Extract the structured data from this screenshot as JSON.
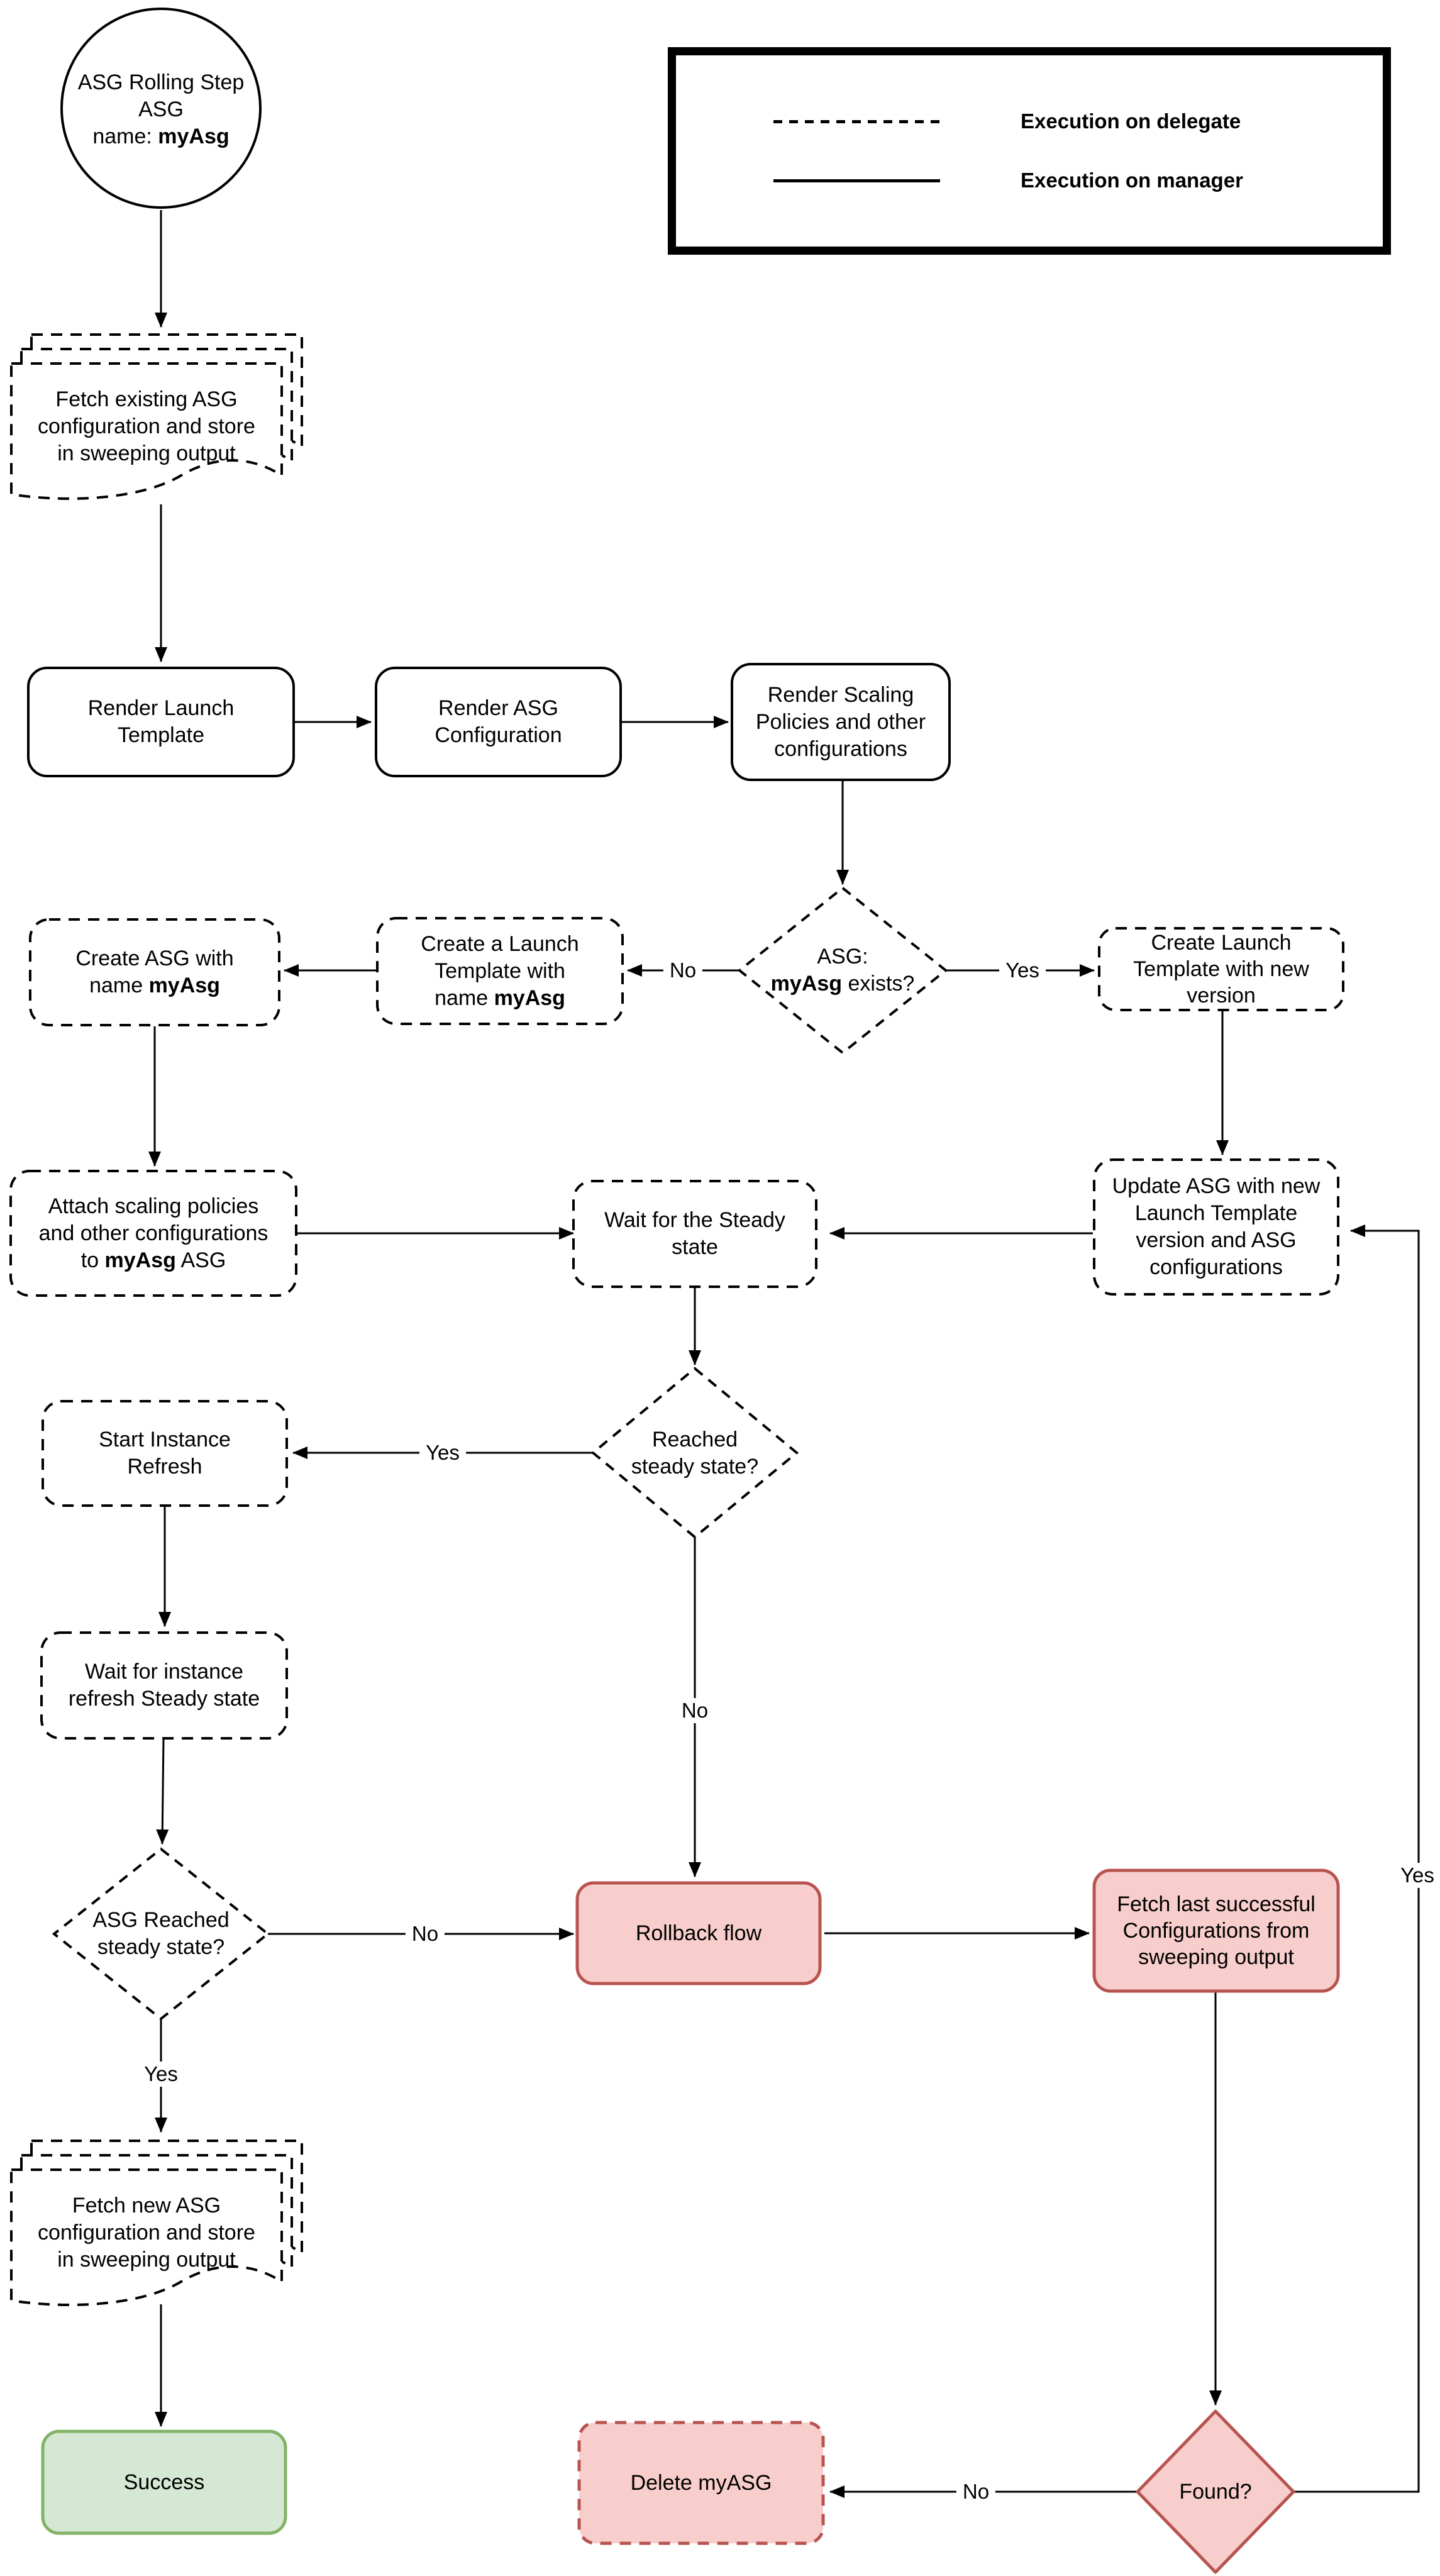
{
  "legend": {
    "delegate": "Execution on delegate",
    "manager": "Execution on manager"
  },
  "colors": {
    "line": "#000000",
    "pink_fill": "#f8cecc",
    "pink_border": "#b85450",
    "green_fill": "#d5e8d4",
    "green_border": "#82b366"
  },
  "edge_labels": {
    "exists_no": "No",
    "exists_yes": "Yes",
    "reached_yes": "Yes",
    "reached_no": "No",
    "asg_reached_no": "No",
    "asg_reached_yes": "Yes",
    "found_no": "No",
    "found_yes": "Yes"
  },
  "nodes": {
    "start": {
      "lines": [
        {
          "pre": "ASG Rolling Step"
        },
        {
          "pre": "ASG"
        },
        {
          "pre": "name: ",
          "bold": "myAsg"
        }
      ]
    },
    "fetch_existing": {
      "lines": [
        {
          "pre": "Fetch existing ASG"
        },
        {
          "pre": "configuration and store"
        },
        {
          "pre": "in sweeping output"
        }
      ]
    },
    "render_launch": {
      "lines": [
        {
          "pre": "Render Launch"
        },
        {
          "pre": "Template"
        }
      ]
    },
    "render_asg": {
      "lines": [
        {
          "pre": "Render ASG"
        },
        {
          "pre": "Configuration"
        }
      ]
    },
    "render_scaling": {
      "lines": [
        {
          "pre": "Render Scaling"
        },
        {
          "pre": "Policies and other"
        },
        {
          "pre": "configurations"
        }
      ]
    },
    "asg_exists": {
      "lines": [
        {
          "pre": "ASG:"
        },
        {
          "pre": "",
          "bold": "myAsg",
          "post": " exists?"
        }
      ]
    },
    "create_launch_myasg": {
      "lines": [
        {
          "pre": "Create a Launch"
        },
        {
          "pre": "Template with"
        },
        {
          "pre": "name ",
          "bold": "myAsg"
        }
      ]
    },
    "create_asg": {
      "lines": [
        {
          "pre": "Create ASG with"
        },
        {
          "pre": "name ",
          "bold": "myAsg"
        }
      ]
    },
    "create_launch_new": {
      "lines": [
        {
          "pre": "Create Launch"
        },
        {
          "pre": "Template with new"
        },
        {
          "pre": "version"
        }
      ]
    },
    "update_asg": {
      "lines": [
        {
          "pre": "Update ASG with new"
        },
        {
          "pre": "Launch Template"
        },
        {
          "pre": "version and ASG"
        },
        {
          "pre": "configurations"
        }
      ]
    },
    "attach_scaling": {
      "lines": [
        {
          "pre": "Attach scaling policies"
        },
        {
          "pre": "and other configurations"
        },
        {
          "pre": "to ",
          "bold": "myAsg",
          "post": " ASG"
        }
      ]
    },
    "wait_steady": {
      "lines": [
        {
          "pre": "Wait for the Steady"
        },
        {
          "pre": "state"
        }
      ]
    },
    "reached_steady": {
      "lines": [
        {
          "pre": "Reached"
        },
        {
          "pre": "steady state?"
        }
      ]
    },
    "start_refresh": {
      "lines": [
        {
          "pre": "Start Instance"
        },
        {
          "pre": "Refresh"
        }
      ]
    },
    "wait_refresh": {
      "lines": [
        {
          "pre": "Wait for instance"
        },
        {
          "pre": "refresh Steady state"
        }
      ]
    },
    "asg_reached": {
      "lines": [
        {
          "pre": "ASG Reached"
        },
        {
          "pre": "steady state?"
        }
      ]
    },
    "rollback": {
      "lines": [
        {
          "pre": "Rollback flow"
        }
      ]
    },
    "fetch_last": {
      "lines": [
        {
          "pre": "Fetch last successful"
        },
        {
          "pre": "Configurations from"
        },
        {
          "pre": "sweeping output"
        }
      ]
    },
    "fetch_new": {
      "lines": [
        {
          "pre": "Fetch new ASG"
        },
        {
          "pre": "configuration and store"
        },
        {
          "pre": "in sweeping output"
        }
      ]
    },
    "success": {
      "lines": [
        {
          "pre": "Success"
        }
      ]
    },
    "delete_myasg": {
      "lines": [
        {
          "pre": "Delete myASG"
        }
      ]
    },
    "found": {
      "lines": [
        {
          "pre": "Found?"
        }
      ]
    }
  }
}
